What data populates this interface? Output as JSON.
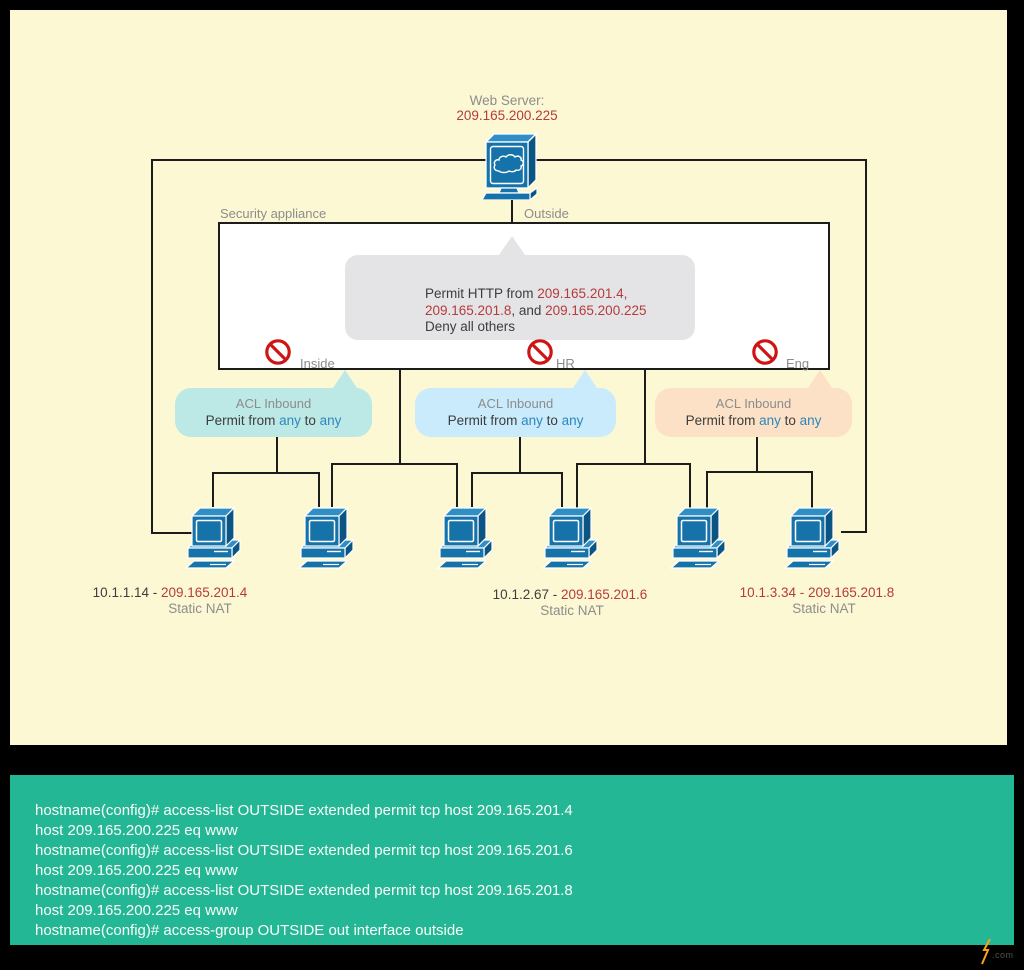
{
  "colors": {
    "panel_bg": "#fdf8d4",
    "code_bg": "#24b795",
    "accent_red": "#b53b3b",
    "accent_blue": "#2d87bd",
    "muted_gray": "#8c8c8c",
    "dark_text": "#3d3d3d",
    "acl_teal": "#bce9e5",
    "acl_blue": "#c9ebfc",
    "acl_peach": "#fce1c6",
    "prohibit_red": "#cf1414",
    "computer_blue": "#1573aa"
  },
  "web_server": {
    "label": "Web Server:",
    "ip": "209.165.200.225"
  },
  "appliance": {
    "label": "Security appliance",
    "outside_label": "Outside"
  },
  "policy": {
    "l1_text": "Permit HTTP from ",
    "l1_ip": "209.165.201.4,",
    "l2_ip1": "209.165.201.8",
    "l2_text": ", and ",
    "l2_ip2": "209.165.200.225",
    "l3": "Deny all others"
  },
  "interfaces": {
    "inside": "Inside",
    "hr": "HR",
    "eng": "Eng"
  },
  "acl": {
    "title": "ACL Inbound",
    "permit": "Permit from ",
    "any1": "any",
    "to": " to ",
    "any2": "any"
  },
  "hosts": [
    {
      "internal": "10.1.1.14",
      "sep": " - ",
      "mapped": "209.165.201.4",
      "nat": "Static NAT"
    },
    {
      "internal": "10.1.2.67",
      "sep": " - ",
      "mapped": "209.165.201.6",
      "nat": "Static NAT"
    },
    {
      "internal": "10.1.3.34",
      "sep": " - ",
      "mapped": "209.165.201.8",
      "nat": "Static NAT"
    }
  ],
  "code": {
    "lines": [
      "hostname(config)# access-list OUTSIDE extended permit tcp host 209.165.201.4",
      "host 209.165.200.225 eq www",
      "hostname(config)# access-list OUTSIDE extended permit tcp host 209.165.201.6",
      "host 209.165.200.225 eq www",
      "hostname(config)# access-list OUTSIDE extended permit tcp host 209.165.201.8",
      "host 209.165.200.225 eq www",
      "hostname(config)# access-group OUTSIDE out interface outside"
    ]
  },
  "watermark": ".com"
}
